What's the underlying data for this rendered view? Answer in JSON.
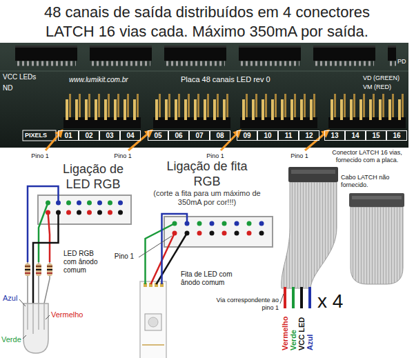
{
  "diagram": {
    "title": "48 canais de saída distribuídos em 4 conectores LATCH 16 vias cada. Máximo 350mA por saída.",
    "nodes": [
      {
        "text": [
          "01"
        ]
      },
      {
        "text": [
          "02"
        ]
      },
      {
        "text": [
          "03"
        ]
      },
      {
        "text": [
          "04"
        ]
      },
      {
        "text": [
          "05"
        ]
      },
      {
        "text": [
          "06"
        ]
      },
      {
        "text": [
          "07"
        ]
      },
      {
        "text": [
          "08"
        ]
      },
      {
        "text": [
          "09"
        ]
      },
      {
        "text": [
          "10"
        ]
      },
      {
        "text": [
          "11"
        ]
      },
      {
        "text": [
          "12"
        ]
      },
      {
        "text": [
          "13"
        ]
      },
      {
        "text": [
          "14"
        ]
      },
      {
        "text": [
          "15"
        ]
      },
      {
        "text": [
          "16"
        ]
      }
    ],
    "labels": [
      "VCC LEDs",
      "ND",
      "www.lumikit.com.br",
      "Placa 48 canais LED rev 0",
      "VD (GREEN)",
      "VM (RED)",
      "PD",
      "PIXELS",
      "Pino 1",
      "Pino 1",
      "Pino 1",
      "Pino 1",
      "Conector LATCH 16 vias, fornecido com a placa.",
      "Ligação de LED RGB",
      "Ligação de fita RGB",
      "(corte a fita para um máximo de 350mA por cor!!!)",
      "Cabo LATCH não fornecido.",
      "LED RGB com ânodo comum",
      "Pino 1",
      "Fita de LED com ânodo comum",
      "Azul",
      "Vermelho",
      "Via correspondente ao pino 1",
      "x 4",
      "Vermelho",
      "Verde",
      "VCC LED",
      "Azul",
      "Verde"
    ]
  }
}
